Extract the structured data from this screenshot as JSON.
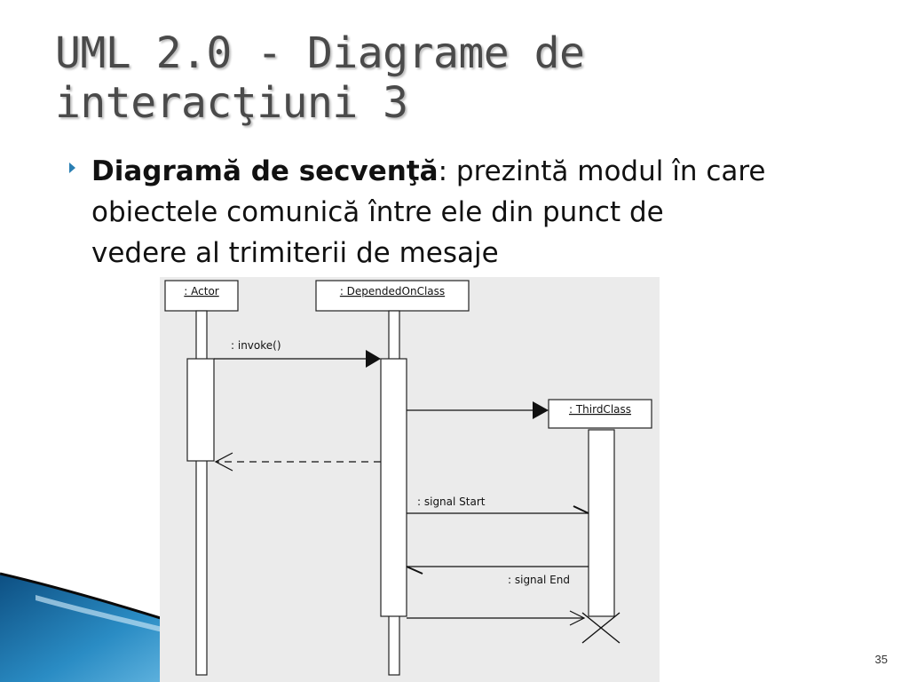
{
  "slide": {
    "title_line1": "UML 2.0 - Diagrame de",
    "title_line2": "interacţiuni 3",
    "bullet": {
      "term": "Diagramă de secvenţă",
      "separator": ":",
      "line1_rest": " prezintă modul în care",
      "line2": "obiectele comunică între ele din punct de",
      "line3": "vedere al trimiterii de mesaje"
    },
    "page_number": "35"
  },
  "diagram": {
    "objects": {
      "actor": ": Actor",
      "depended": ": DependedOnClass",
      "third": ": ThirdClass"
    },
    "messages": {
      "invoke": ": invoke()",
      "signal_start": ": signal Start",
      "signal_end": ": signal End"
    }
  },
  "colors": {
    "title": "#4a4a4a",
    "bullet_arrow": "#2a7fb3",
    "diagram_bg": "#ebebeb",
    "deco_blue": "#1f6fa6"
  }
}
